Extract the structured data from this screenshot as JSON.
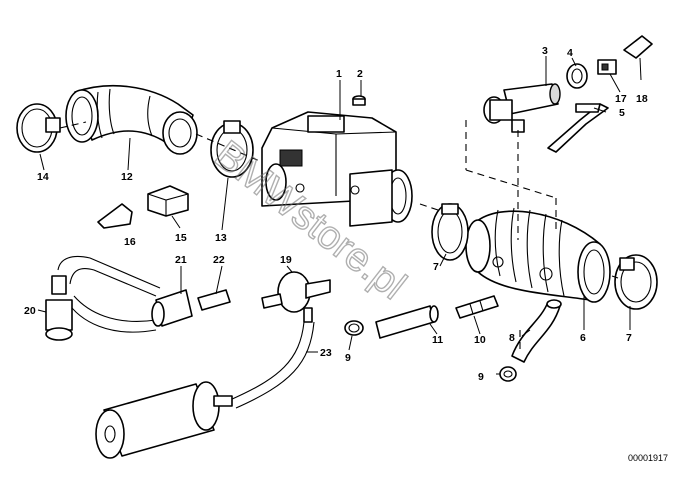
{
  "watermark": "BMWstore.pl",
  "reference_number": "00001917",
  "part_labels": [
    "1",
    "2",
    "3",
    "4",
    "5",
    "6",
    "7",
    "7",
    "8",
    "9",
    "9",
    "10",
    "11",
    "12",
    "13",
    "14",
    "15",
    "16",
    "17",
    "18",
    "19",
    "20",
    "21",
    "22",
    "23"
  ]
}
